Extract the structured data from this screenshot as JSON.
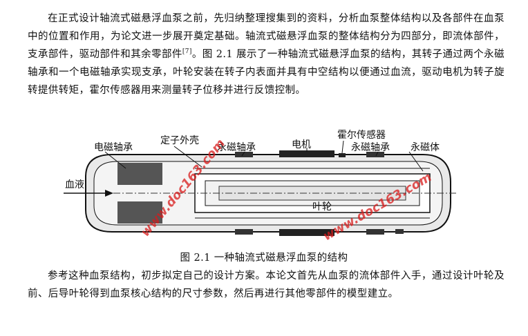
{
  "paragraph1": {
    "text": "在正式设计轴流式磁悬浮血泵之前，先归纳整理搜集到的资料，分析血泵整体结构以及各部件在血泵中的位置和作用，为论文进一步展开奠定基础。轴流式磁悬浮血泵的整体结构分为四部分，即流体部件，支承部件，驱动部件和其余零部件",
    "ref": "[7]",
    "text_after": "。图 2.1 展示了一种轴流式磁悬浮血泵的结构，其转子通过两个永磁轴承和一个电磁轴承实现支承，叶轮安装在转子内表面并具有中空结构以便通过血流，驱动电机为转子旋转提供转矩，霍尔传感器用来测量转子位移并进行反馈控制。"
  },
  "figure": {
    "labels": {
      "electromagnetic_bearing": "电磁轴承",
      "stator_shell": "定子外壳",
      "pm_bearing_left": "永磁轴承",
      "motor": "电机",
      "hall_sensor": "霍尔传感器",
      "pm_bearing_right": "永磁轴承",
      "permanent_magnet": "永磁体",
      "blood": "血液",
      "impeller": "叶轮"
    },
    "caption": "图 2.1  一种轴流式磁悬浮血泵的结构"
  },
  "paragraph2": {
    "text": "参考这种血泵结构，初步拟定自己的设计方案。本论文首先从血泵的流体部件入手，通过设计叶轮及前、后导叶轮得到血泵核心结构的尺寸参数，然后再进行其他零部件的模型建立。"
  },
  "watermark": "www.doc163.com",
  "colors": {
    "watermark": "#d81b1b",
    "core_dark": "#555555",
    "body_gray": "#e6e6e6"
  }
}
